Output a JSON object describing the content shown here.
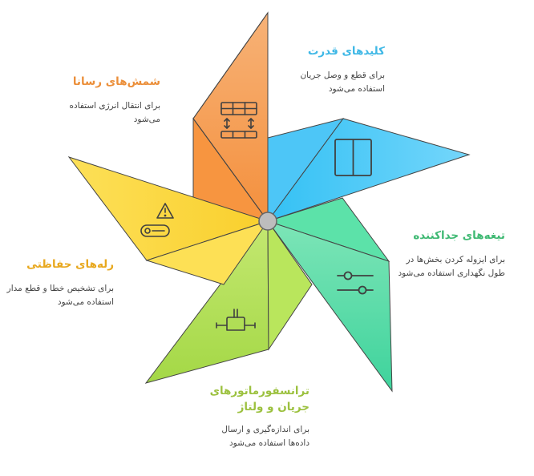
{
  "center_color": "#bdbdbd",
  "items": [
    {
      "title": "کلیدهای قدرت",
      "desc": "برای قطع و وصل جریان استفاده می‌شود",
      "color": "#3fb8e6",
      "fill": "#5ccbfa",
      "icon": "switch-icon"
    },
    {
      "title": "تیغه‌های جداکننده",
      "desc": "برای ایزوله کردن بخش‌ها در طول نگهداری استفاده می‌شود",
      "color": "#3fb973",
      "fill": "#54e0a8",
      "icon": "sliders-icon"
    },
    {
      "title": "ترانسفورماتورهای جریان و ولتاژ",
      "desc": "برای اندازه‌گیری و ارسال داده‌ها استفاده می‌شود",
      "color": "#9cc13f",
      "fill": "#b2e24e",
      "icon": "transformer-icon"
    },
    {
      "title": "رله‌های حفاظتی",
      "desc": "برای تشخیص خطا و قطع مدار استفاده می‌شود",
      "color": "#e8a81e",
      "fill": "#fbd83a",
      "icon": "relay-warning-icon"
    },
    {
      "title": "شمش‌های رسانا",
      "desc": "برای انتقال انرژی استفاده می‌شود",
      "color": "#eb8f3a",
      "fill": "#f89d4b",
      "icon": "busbar-icon"
    }
  ]
}
